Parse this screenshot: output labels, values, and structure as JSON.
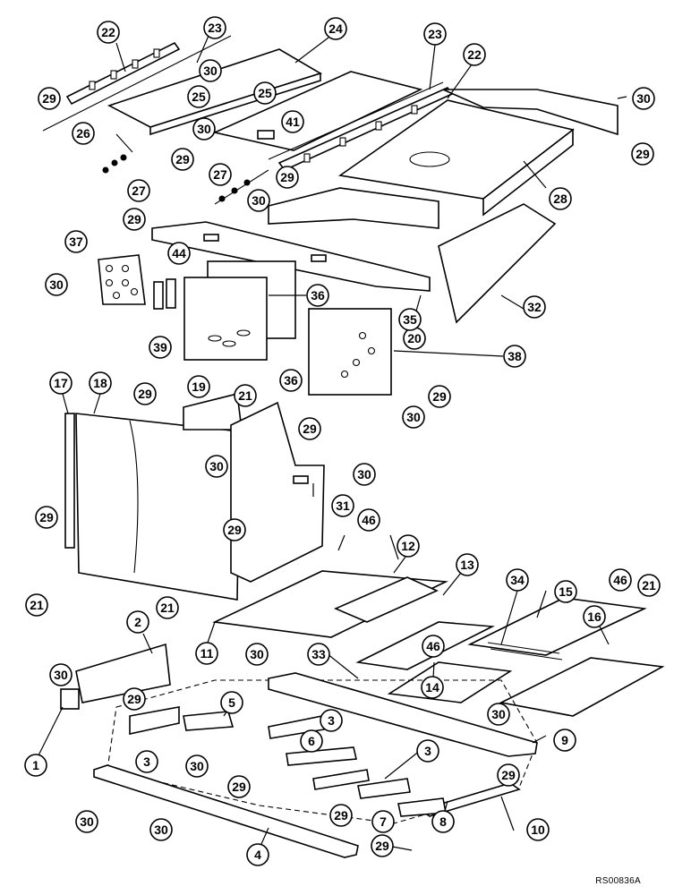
{
  "drawing": {
    "reference_code": "RS00836A",
    "callouts": [
      {
        "label": "22"
      },
      {
        "label": "23"
      },
      {
        "label": "24"
      },
      {
        "label": "23"
      },
      {
        "label": "22"
      },
      {
        "label": "29"
      },
      {
        "label": "30"
      },
      {
        "label": "25"
      },
      {
        "label": "25"
      },
      {
        "label": "30"
      },
      {
        "label": "41"
      },
      {
        "label": "30"
      },
      {
        "label": "26"
      },
      {
        "label": "29"
      },
      {
        "label": "29"
      },
      {
        "label": "27"
      },
      {
        "label": "27"
      },
      {
        "label": "29"
      },
      {
        "label": "28"
      },
      {
        "label": "30"
      },
      {
        "label": "29"
      },
      {
        "label": "37"
      },
      {
        "label": "44"
      },
      {
        "label": "30"
      },
      {
        "label": "36"
      },
      {
        "label": "32"
      },
      {
        "label": "20"
      },
      {
        "label": "35"
      },
      {
        "label": "39"
      },
      {
        "label": "38"
      },
      {
        "label": "36"
      },
      {
        "label": "29"
      },
      {
        "label": "30"
      },
      {
        "label": "17"
      },
      {
        "label": "18"
      },
      {
        "label": "19"
      },
      {
        "label": "21"
      },
      {
        "label": "29"
      },
      {
        "label": "29"
      },
      {
        "label": "30"
      },
      {
        "label": "30"
      },
      {
        "label": "31"
      },
      {
        "label": "46"
      },
      {
        "label": "29"
      },
      {
        "label": "29"
      },
      {
        "label": "12"
      },
      {
        "label": "13"
      },
      {
        "label": "21"
      },
      {
        "label": "21"
      },
      {
        "label": "11"
      },
      {
        "label": "34"
      },
      {
        "label": "15"
      },
      {
        "label": "46"
      },
      {
        "label": "21"
      },
      {
        "label": "16"
      },
      {
        "label": "2"
      },
      {
        "label": "30"
      },
      {
        "label": "33"
      },
      {
        "label": "46"
      },
      {
        "label": "30"
      },
      {
        "label": "29"
      },
      {
        "label": "14"
      },
      {
        "label": "5"
      },
      {
        "label": "30"
      },
      {
        "label": "3"
      },
      {
        "label": "6"
      },
      {
        "label": "9"
      },
      {
        "label": "1"
      },
      {
        "label": "3"
      },
      {
        "label": "30"
      },
      {
        "label": "29"
      },
      {
        "label": "3"
      },
      {
        "label": "29"
      },
      {
        "label": "29"
      },
      {
        "label": "7"
      },
      {
        "label": "8"
      },
      {
        "label": "10"
      },
      {
        "label": "30"
      },
      {
        "label": "30"
      },
      {
        "label": "4"
      },
      {
        "label": "29"
      }
    ]
  }
}
